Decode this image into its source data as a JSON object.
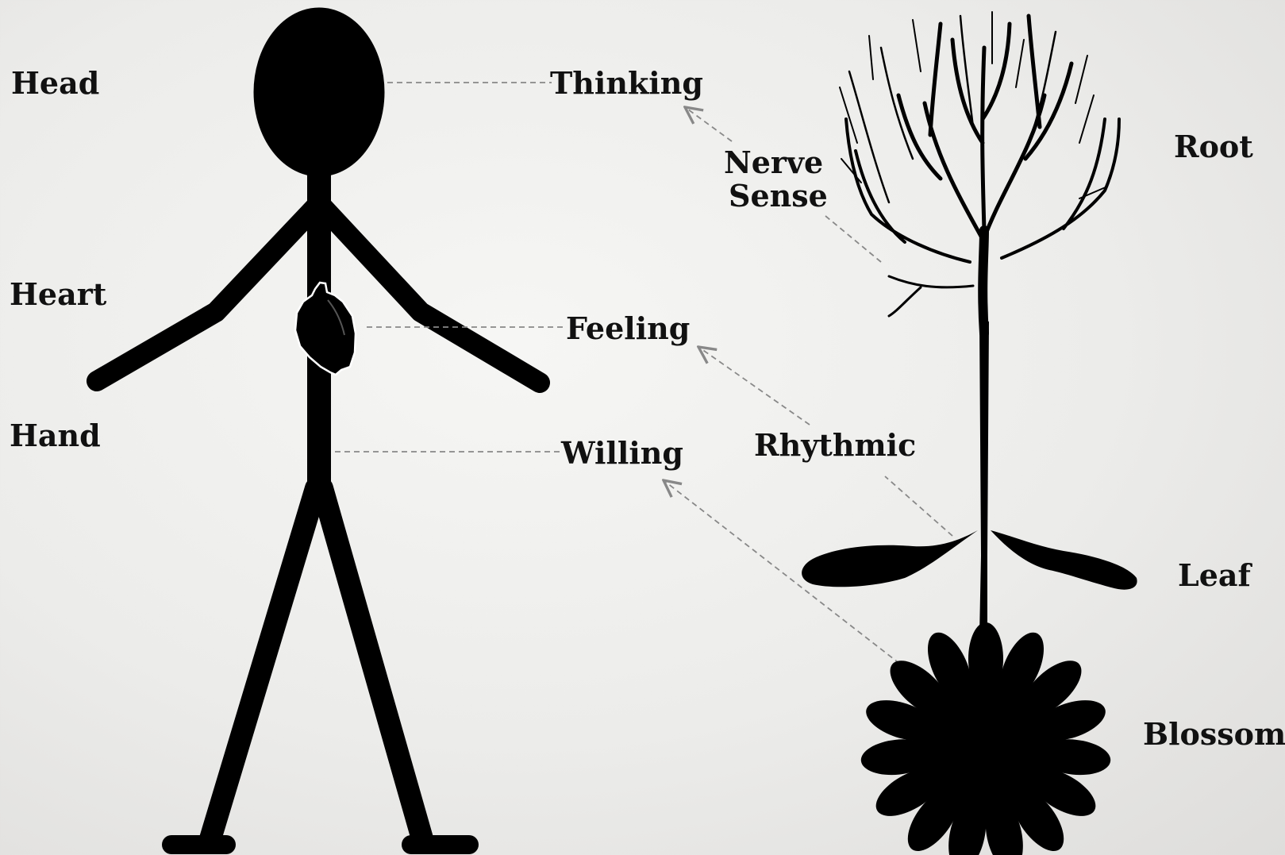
{
  "human_labels": {
    "head": "Head",
    "heart": "Heart",
    "hand": "Hand"
  },
  "faculties": {
    "thinking": "Thinking",
    "feeling": "Feeling",
    "willing": "Willing"
  },
  "systems": {
    "nerve_sense_line1": "Nerve",
    "nerve_sense_line2": "Sense",
    "rhythmic": "Rhythmic"
  },
  "plant_labels": {
    "root": "Root",
    "leaf": "Leaf",
    "blossom": "Blossom"
  },
  "colors": {
    "ink": "#000000",
    "text": "#111111",
    "connector": "#888888",
    "background": "#ececea"
  }
}
